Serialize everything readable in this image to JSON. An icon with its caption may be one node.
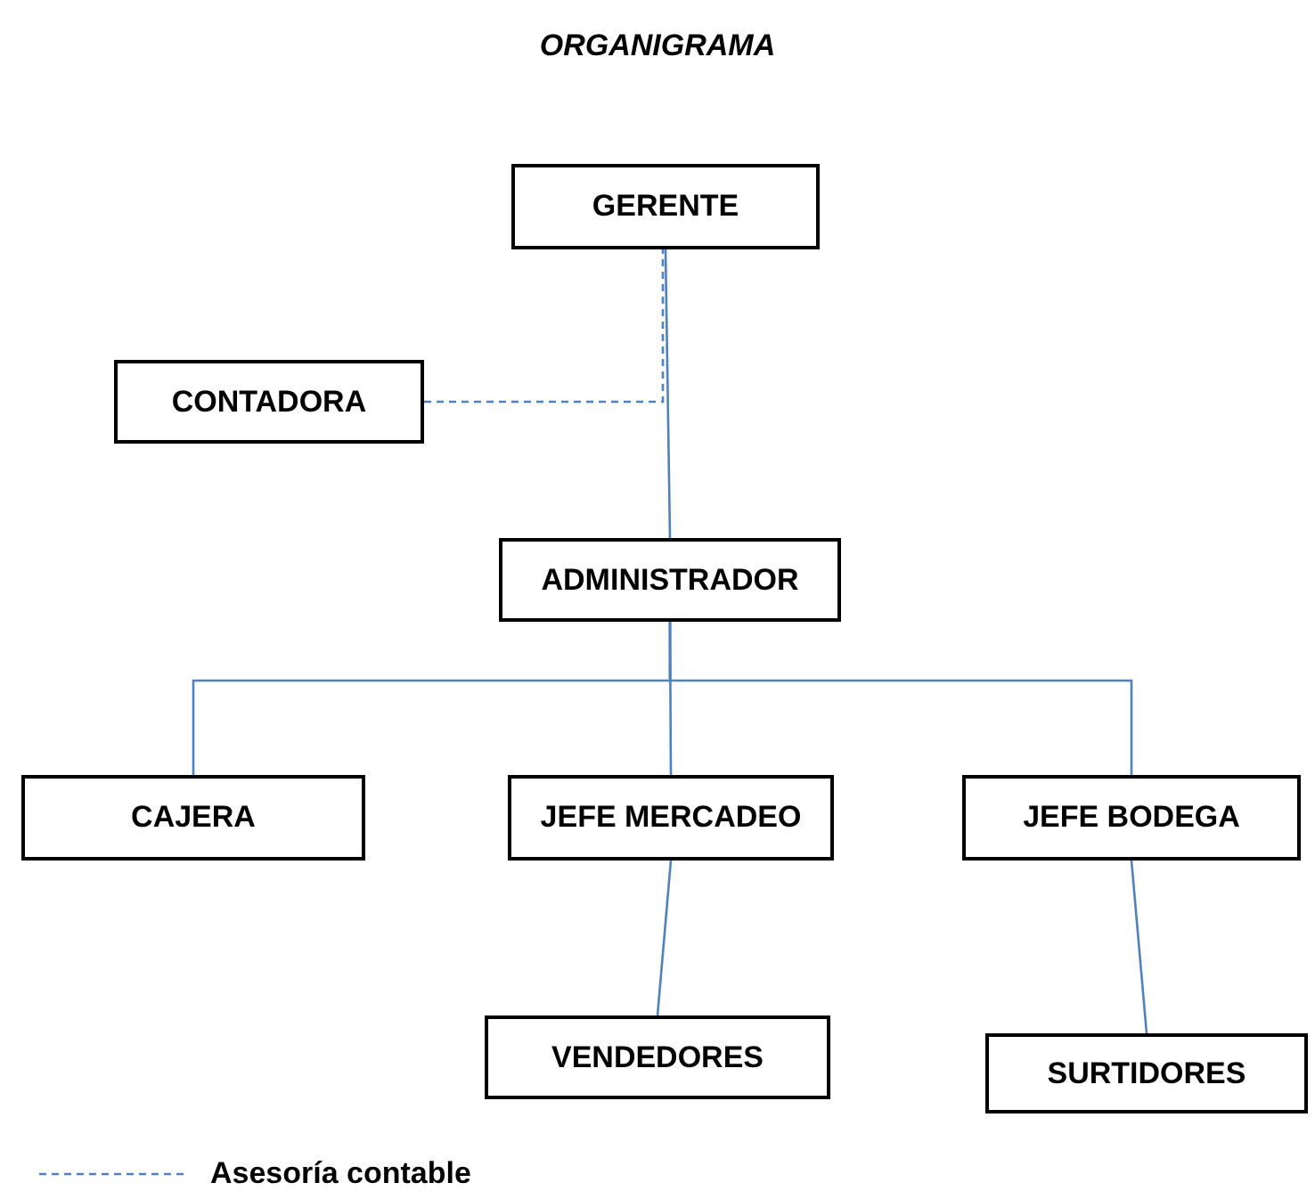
{
  "diagram": {
    "title": "ORGANIGRAMA",
    "nodes": [
      {
        "text": [
          "GERENTE"
        ]
      },
      {
        "text": [
          "CONTADORA"
        ]
      },
      {
        "text": [
          "ADMINISTRADOR"
        ]
      },
      {
        "text": [
          "CAJERA"
        ]
      },
      {
        "text": [
          "JEFE MERCADEO"
        ]
      },
      {
        "text": [
          "JEFE BODEGA"
        ]
      },
      {
        "text": [
          "VENDEDORES"
        ]
      },
      {
        "text": [
          "SURTIDORES"
        ]
      }
    ],
    "edges": [
      {
        "from": 0,
        "to": 2,
        "arrow": "none"
      },
      {
        "from": 1,
        "to": 0,
        "arrow": "none",
        "style": "dashed"
      },
      {
        "from": 2,
        "to": 3,
        "arrow": "none"
      },
      {
        "from": 2,
        "to": 4,
        "arrow": "none"
      },
      {
        "from": 2,
        "to": 5,
        "arrow": "none"
      },
      {
        "from": 4,
        "to": 6,
        "arrow": "none"
      },
      {
        "from": 5,
        "to": 7,
        "arrow": "none"
      }
    ],
    "legend": [
      {
        "text": "Asesoría contable"
      }
    ]
  }
}
